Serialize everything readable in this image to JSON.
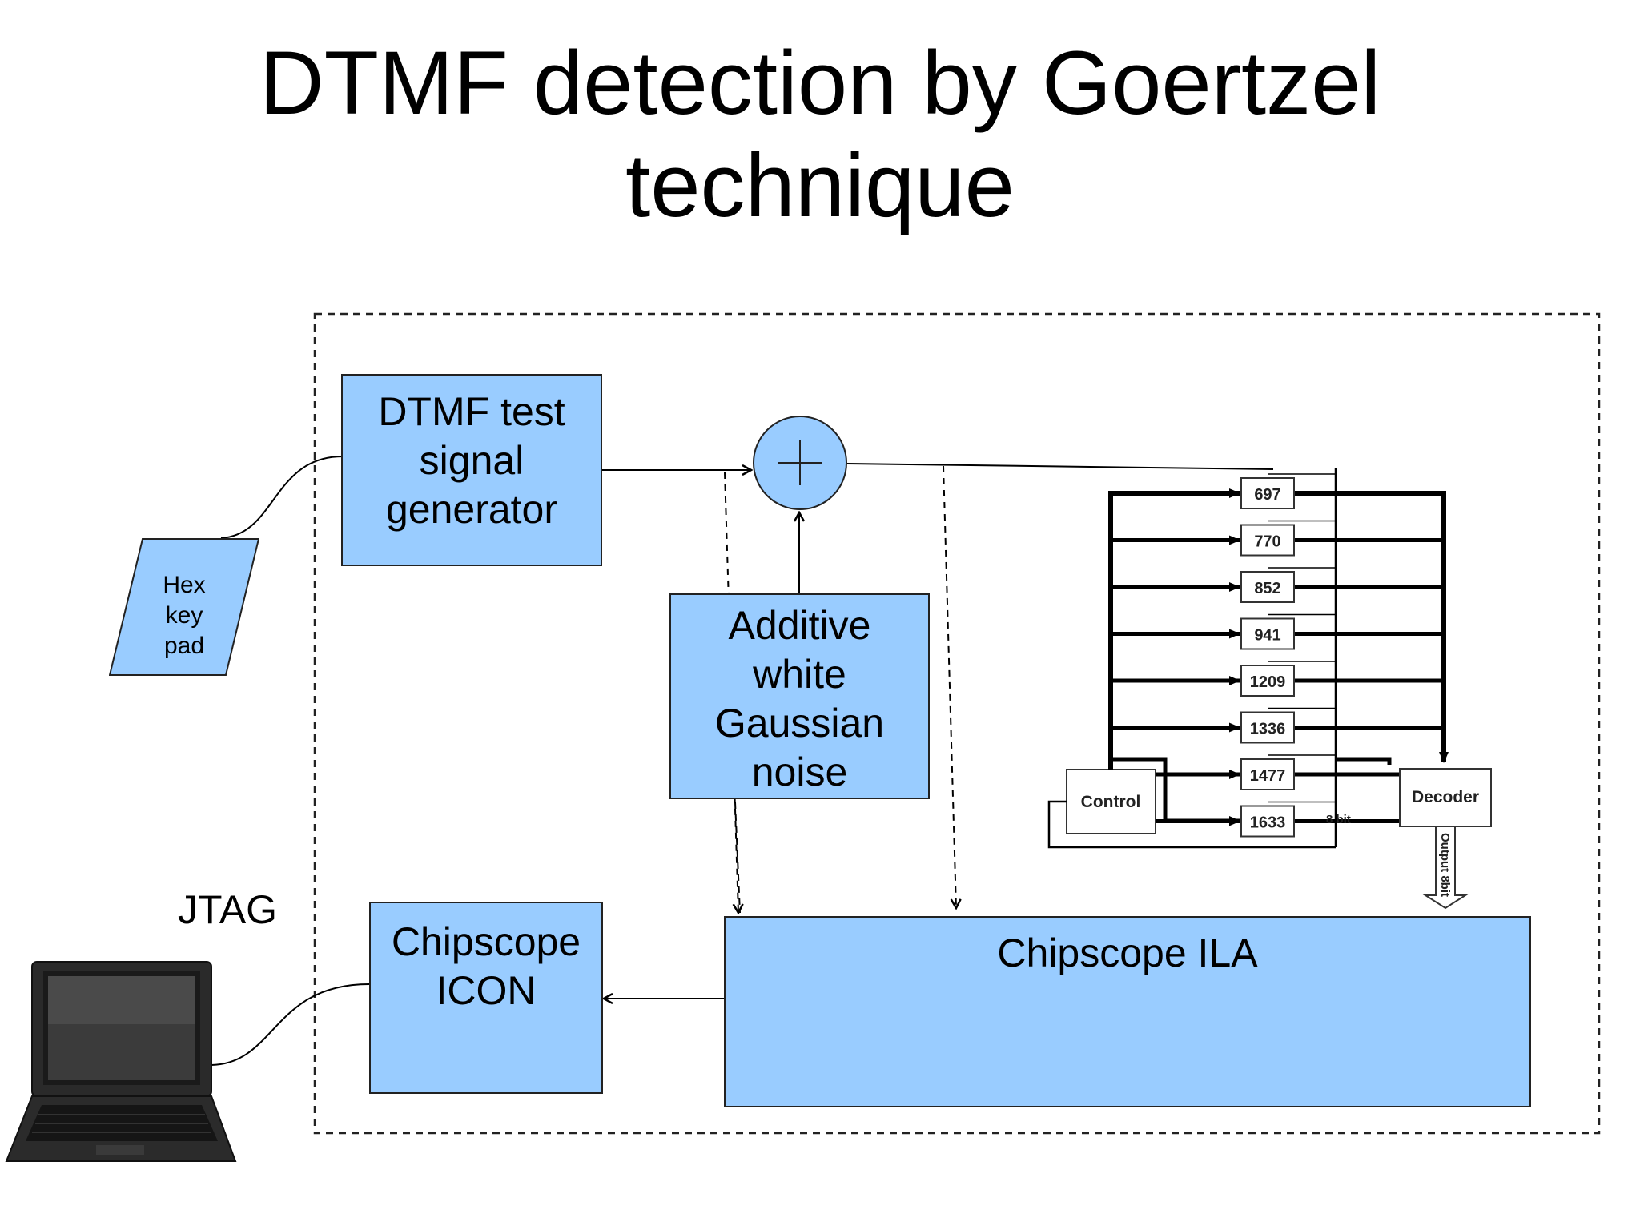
{
  "title": {
    "line1": "DTMF detection by Goertzel",
    "line2": "technique"
  },
  "blocks": {
    "generator": [
      "DTMF test",
      "signal",
      "generator"
    ],
    "noise": [
      "Additive",
      "white",
      "Gaussian",
      "noise"
    ],
    "icon": [
      "Chipscope",
      "ICON"
    ],
    "ila": "Chipscope ILA"
  },
  "keypad": [
    "Hex",
    "key",
    "pad"
  ],
  "jtag_label": "JTAG",
  "goertzel": {
    "filters": [
      "697",
      "770",
      "852",
      "941",
      "1209",
      "1336",
      "1477",
      "1633"
    ],
    "control": "Control",
    "decoder": "Decoder",
    "bus_label": "8 bit",
    "output_label": "Output 8bit"
  },
  "adder_symbol": "+",
  "colors": {
    "block_fill": "#99ccff",
    "border": "#222222",
    "text": "#000000"
  },
  "icons": [
    "laptop-icon",
    "adder-icon"
  ]
}
